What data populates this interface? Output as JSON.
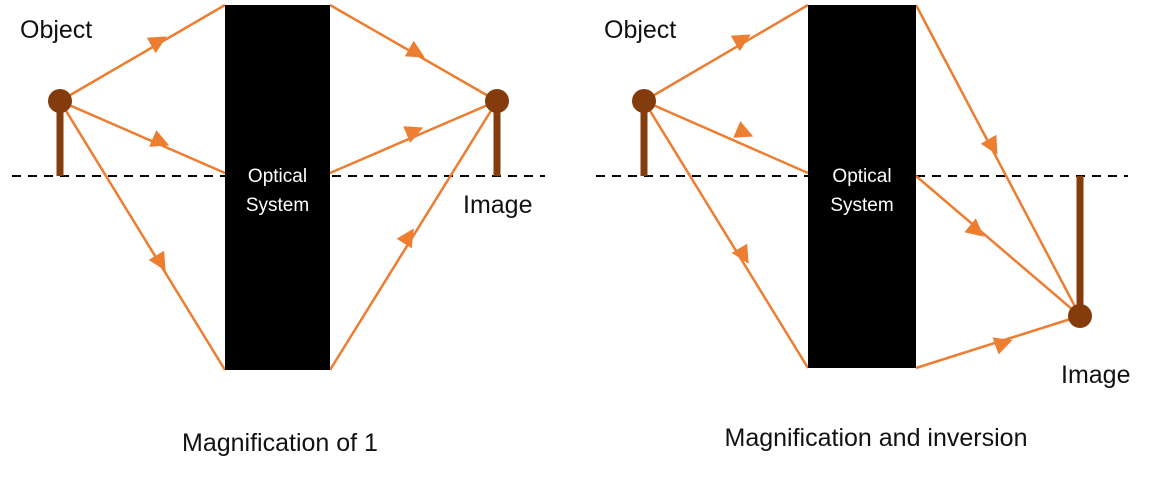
{
  "colors": {
    "ray": "#ED7D31",
    "object": "#843C0C",
    "system": "#000000",
    "axis": "#000000",
    "background": "#FFFFFF"
  },
  "panels": [
    {
      "object_label": "Object",
      "image_label": "Image",
      "system_label_line1": "Optical",
      "system_label_line2": "System",
      "caption": "Magnification of 1"
    },
    {
      "object_label": "Object",
      "image_label": "Image",
      "system_label_line1": "Optical",
      "system_label_line2": "System",
      "caption": "Magnification and inversion"
    }
  ]
}
